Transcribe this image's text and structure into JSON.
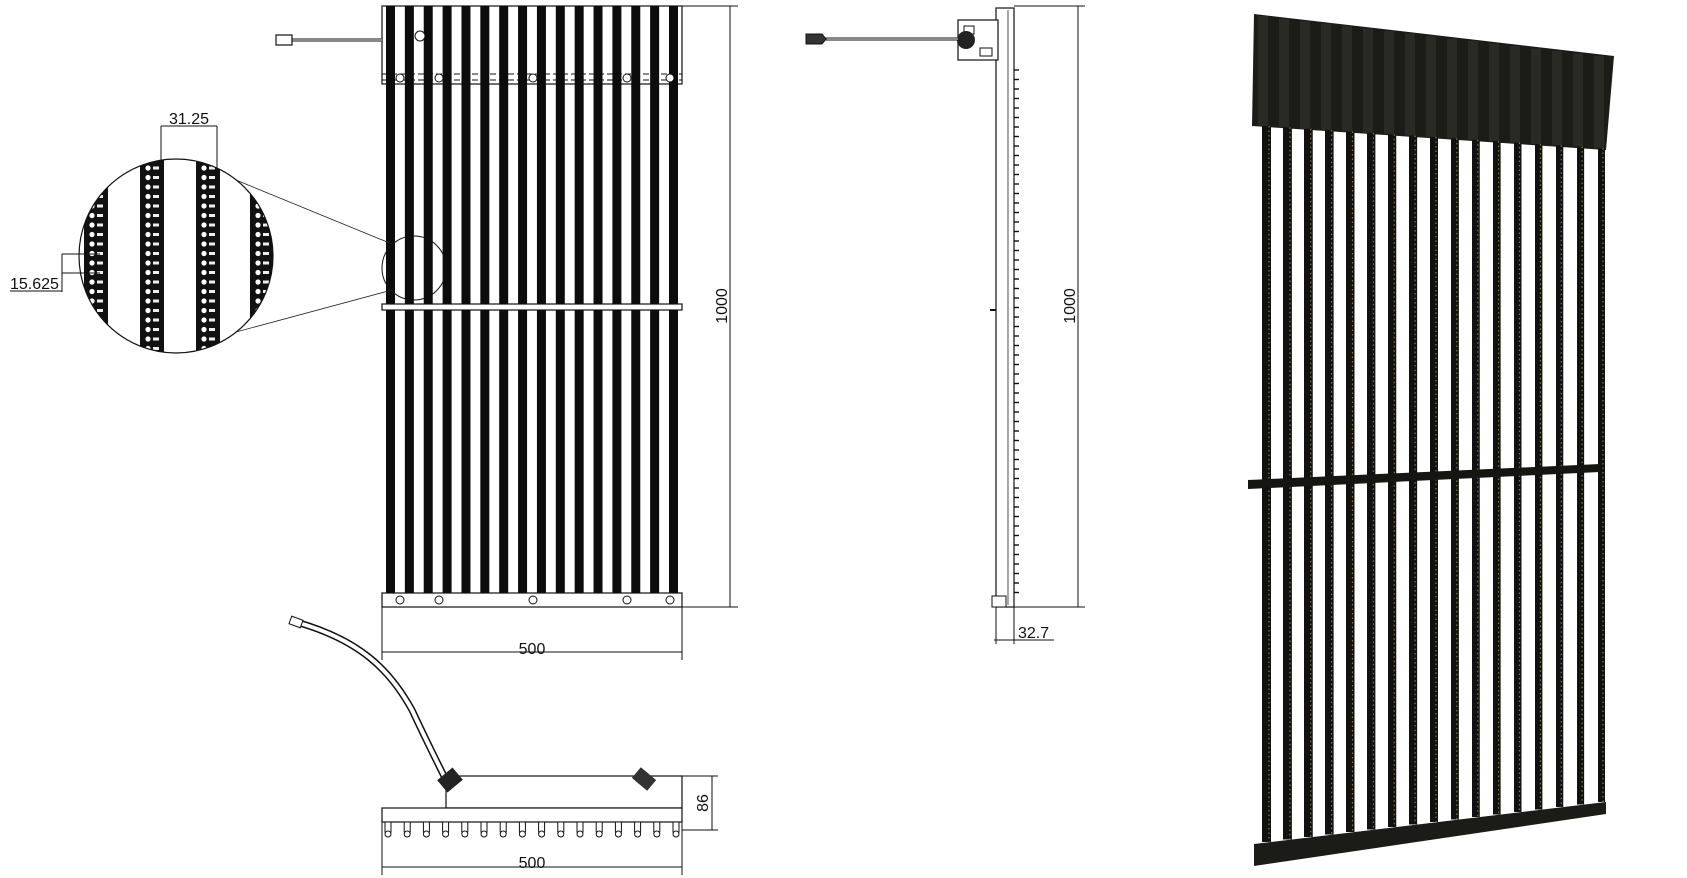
{
  "views": {
    "front": {
      "name": "front-view",
      "strip_count": 16,
      "dimensions": {
        "width": "500",
        "height": "1000"
      }
    },
    "detail": {
      "name": "detail-magnified-view",
      "dimensions": {
        "strip_pitch": "31.25",
        "pixel_pitch": "15.625"
      }
    },
    "side": {
      "name": "side-view",
      "dimensions": {
        "height": "1000",
        "depth": "32.7"
      }
    },
    "top": {
      "name": "top-view",
      "dimensions": {
        "width": "500",
        "height": "86"
      }
    },
    "render": {
      "name": "perspective-render",
      "strip_count": 17
    }
  },
  "colors": {
    "line": "#111111",
    "strip": "#0c0c0c",
    "panel_dark": "#1b1b17",
    "led": "#8a7a3a",
    "background": "#ffffff"
  }
}
